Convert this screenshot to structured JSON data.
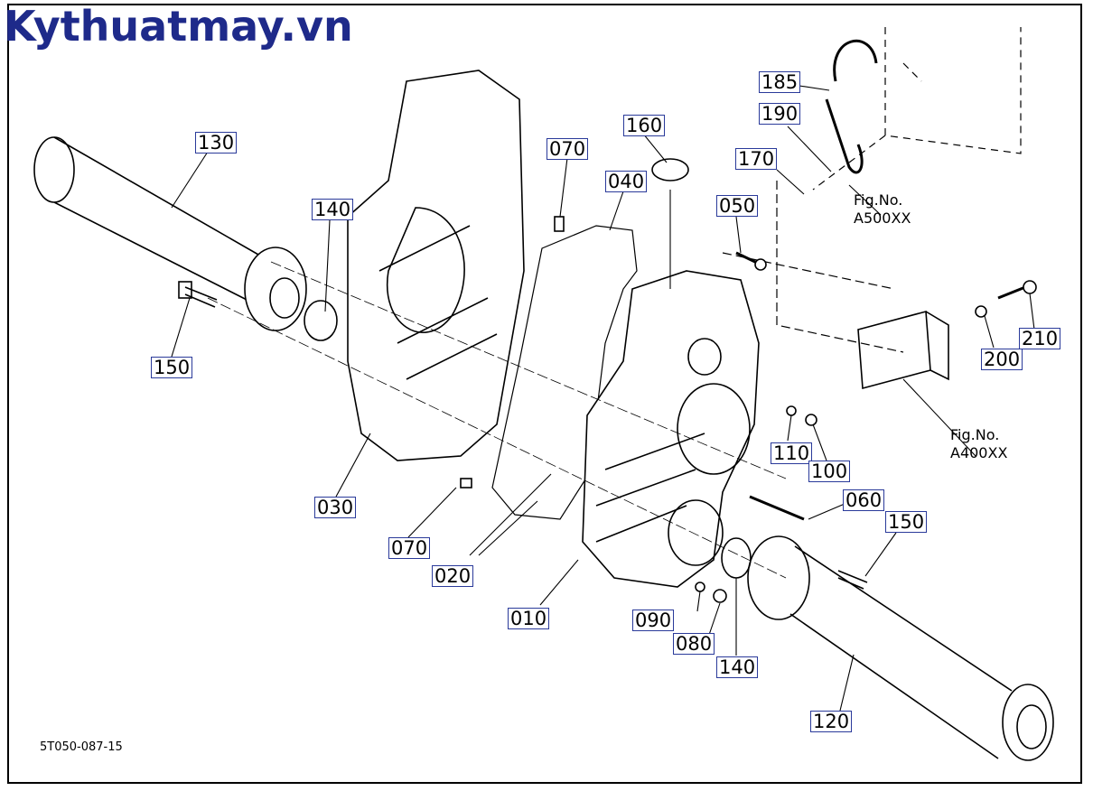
{
  "watermark": "Kythuatmay.vn",
  "drawing_code": "5T050-087-15",
  "parts": [
    "130",
    "140",
    "150",
    "030",
    "070",
    "020",
    "010",
    "160",
    "040",
    "050",
    "185",
    "190",
    "170",
    "200",
    "210",
    "110",
    "100",
    "060",
    "150",
    "090",
    "080",
    "140",
    "120",
    "070"
  ],
  "fig_refs": {
    "a500": {
      "line1": "Fig.No.",
      "line2": "A500XX"
    },
    "a400": {
      "line1": "Fig.No.",
      "line2": "A400XX"
    }
  }
}
